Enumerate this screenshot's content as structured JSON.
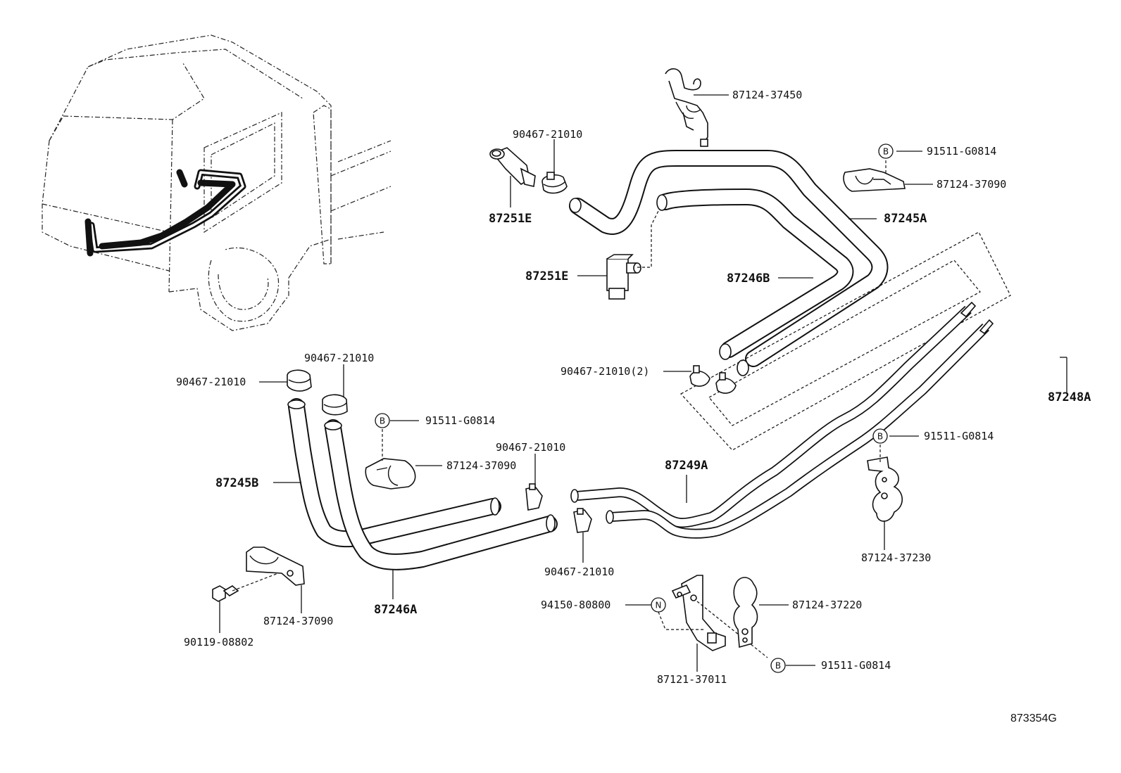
{
  "diagram_code": "873354G",
  "callouts": {
    "c_87124_37450": "87124-37450",
    "c_90467_21010_top": "90467-21010",
    "c_91511_G0814_tr": "91511-G0814",
    "c_87124_37090_tr": "87124-37090",
    "c_87251E_a": "87251E",
    "c_87245A": "87245A",
    "c_87251E_b": "87251E",
    "c_87246B": "87246B",
    "c_90467_21010_x2": "90467-21010(2)",
    "c_87248A": "87248A",
    "c_91511_G0814_mr": "91511-G0814",
    "c_87249A": "87249A",
    "c_87124_37230": "87124-37230",
    "c_90467_21010_l1": "90467-21010",
    "c_90467_21010_l2": "90467-21010",
    "c_91511_G0814_ml": "91511-G0814",
    "c_87124_37090_ml": "87124-37090",
    "c_90467_21010_m1": "90467-21010",
    "c_87245B": "87245B",
    "c_90467_21010_m2": "90467-21010",
    "c_87246A": "87246A",
    "c_87124_37090_bl": "87124-37090",
    "c_90119_08802": "90119-08802",
    "c_94150_80800": "94150-80800",
    "c_87124_37220": "87124-37220",
    "c_87121_37011": "87121-37011",
    "c_91511_G0814_b": "91511-G0814"
  },
  "markers": {
    "bolt": "B",
    "nut": "N"
  }
}
